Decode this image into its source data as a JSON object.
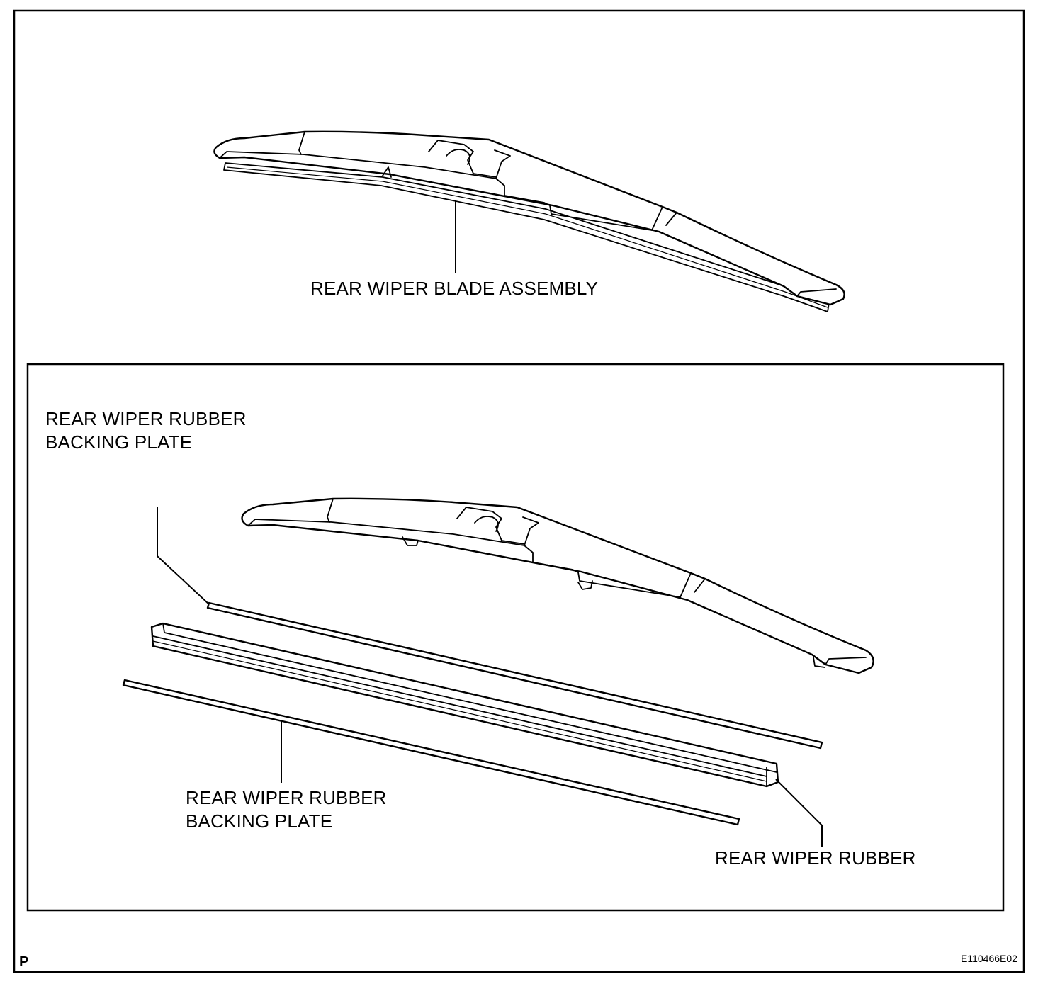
{
  "labels": {
    "assembly": "REAR WIPER BLADE ASSEMBLY",
    "backing_plate_top_line1": "REAR WIPER RUBBER",
    "backing_plate_top_line2": "BACKING PLATE",
    "backing_plate_bottom_line1": "REAR WIPER RUBBER",
    "backing_plate_bottom_line2": "BACKING PLATE",
    "rubber": "REAR WIPER RUBBER"
  },
  "corner_mark": "P",
  "figure_code": "E110466E02"
}
